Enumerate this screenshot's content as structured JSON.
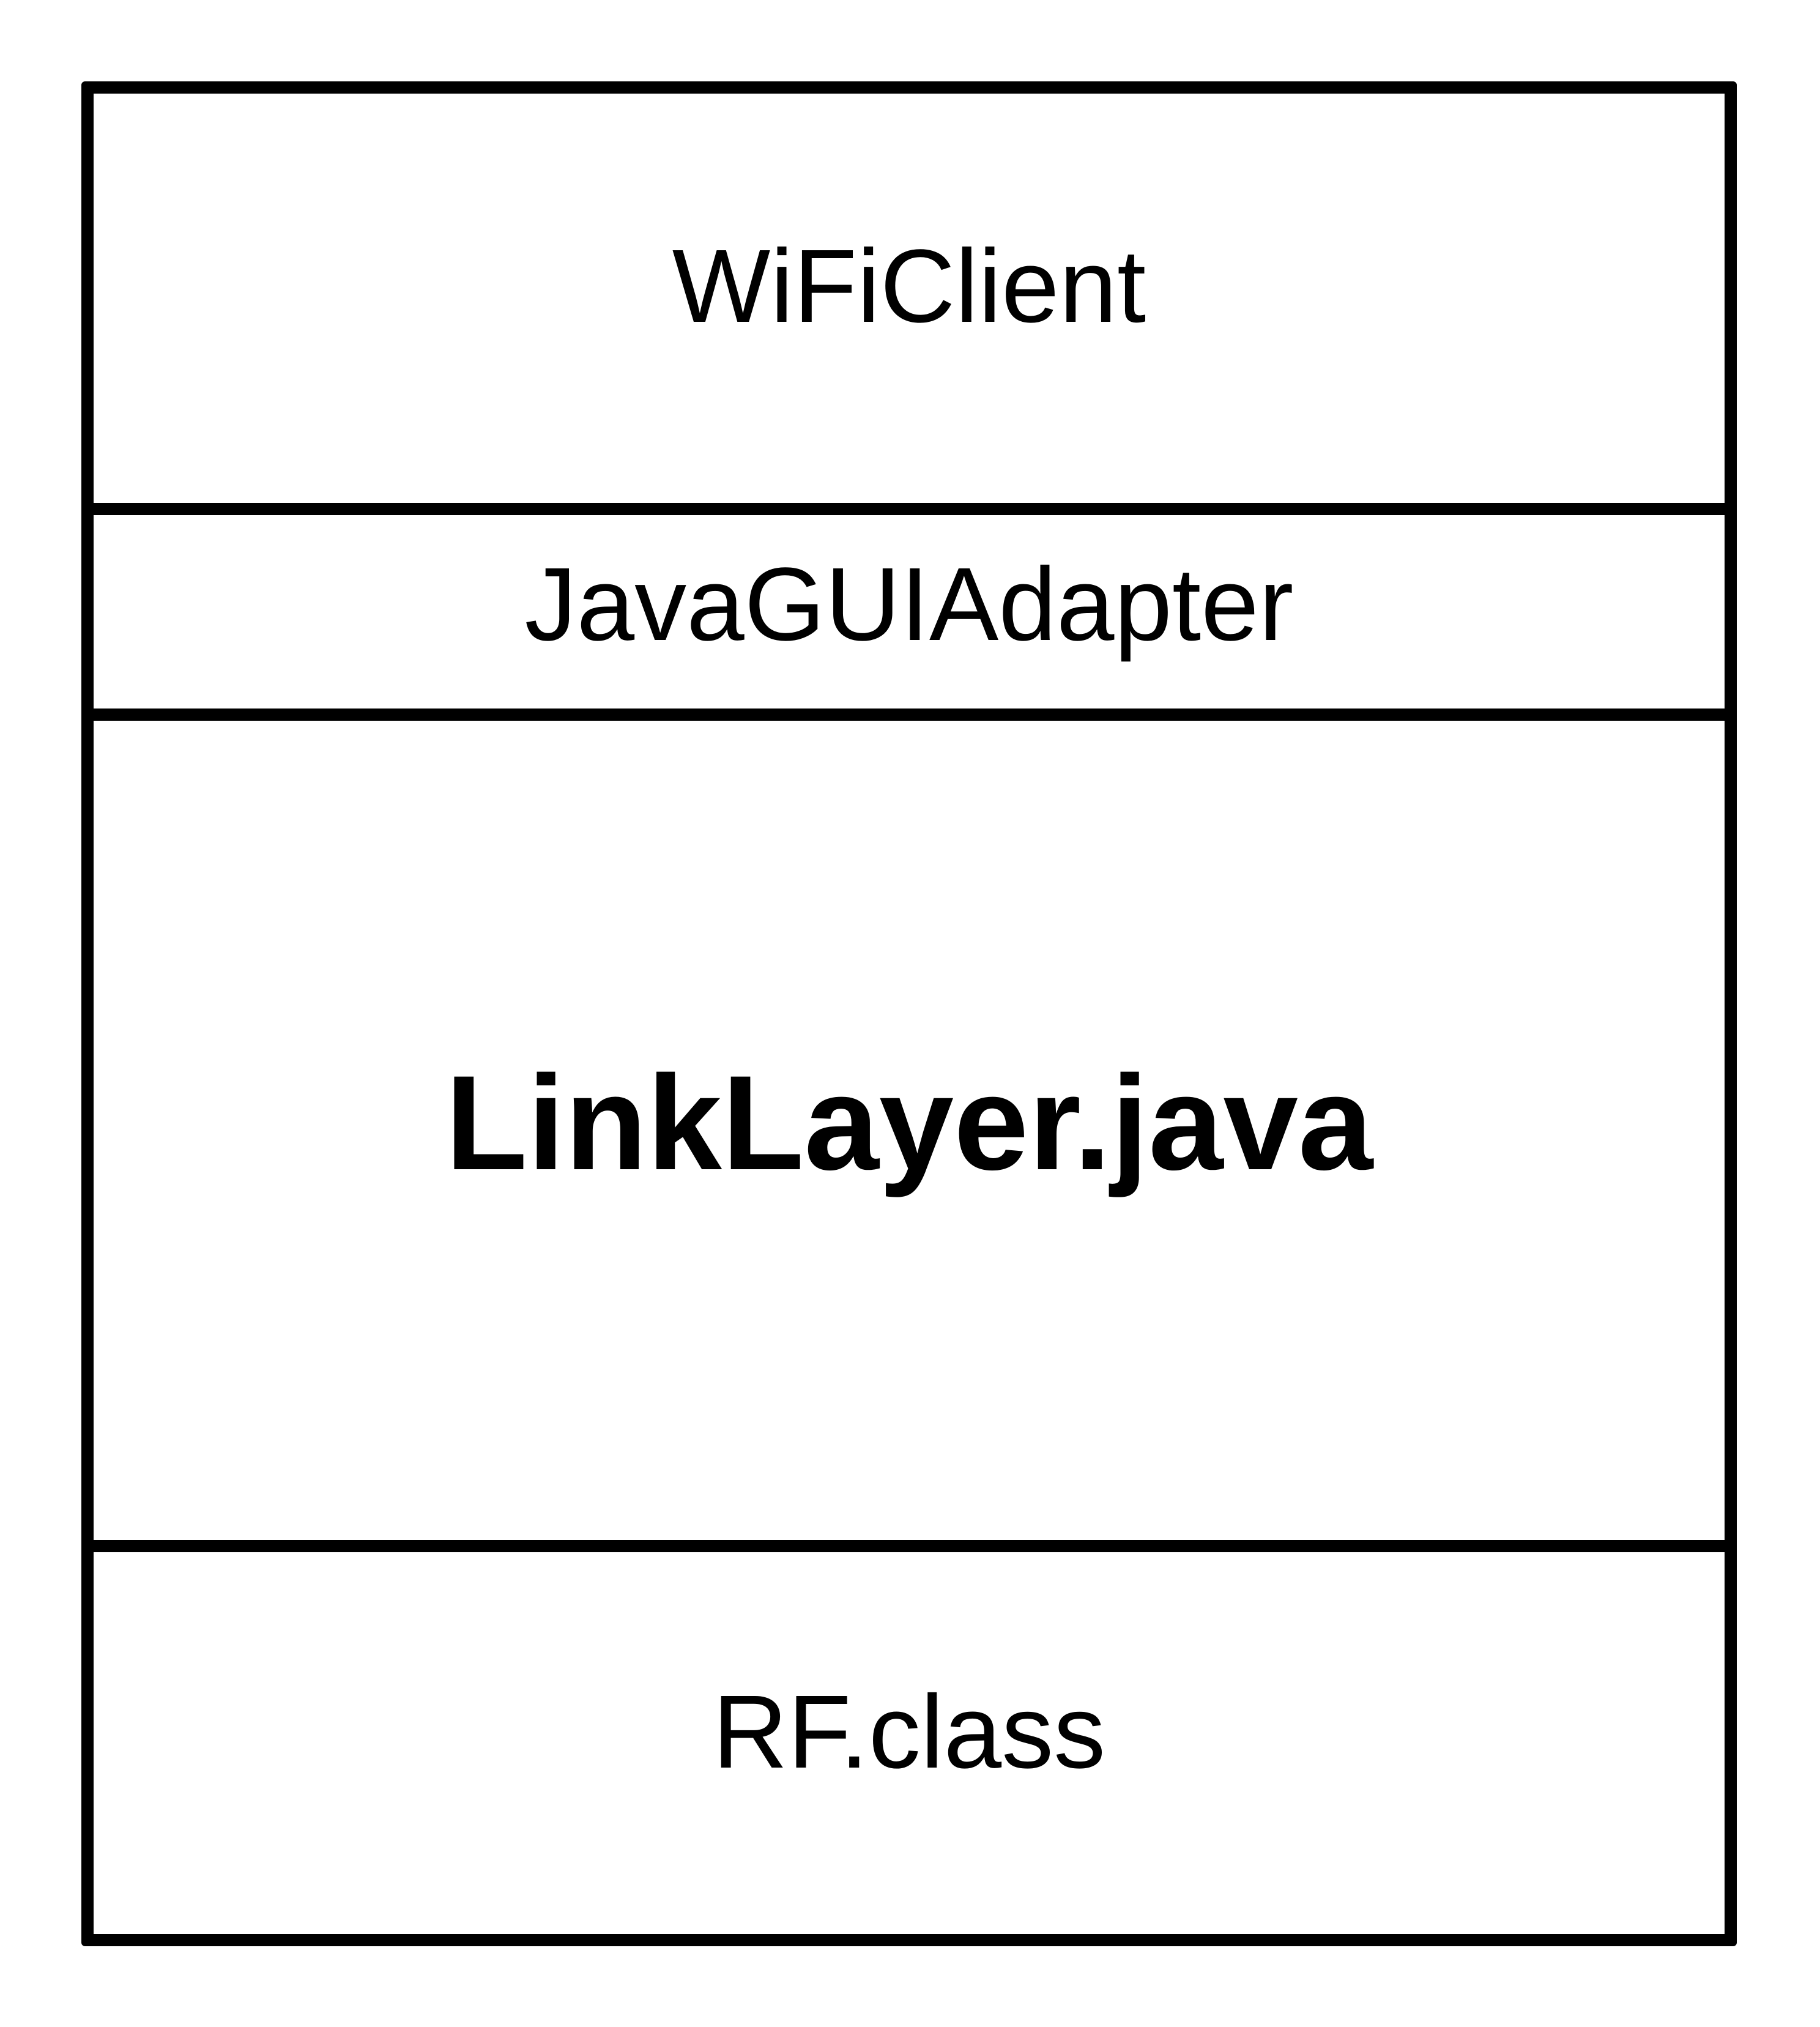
{
  "diagram": {
    "layers": [
      {
        "id": "wificlient",
        "label": "WiFiClient",
        "bold": false
      },
      {
        "id": "adapter",
        "label": "JavaGUIAdapter",
        "bold": false
      },
      {
        "id": "linklayer",
        "label": "LinkLayer.java",
        "bold": true
      },
      {
        "id": "rf",
        "label": "RF.class",
        "bold": false
      }
    ]
  },
  "colors": {
    "stroke": "#000000",
    "background": "#ffffff",
    "text": "#000000"
  }
}
